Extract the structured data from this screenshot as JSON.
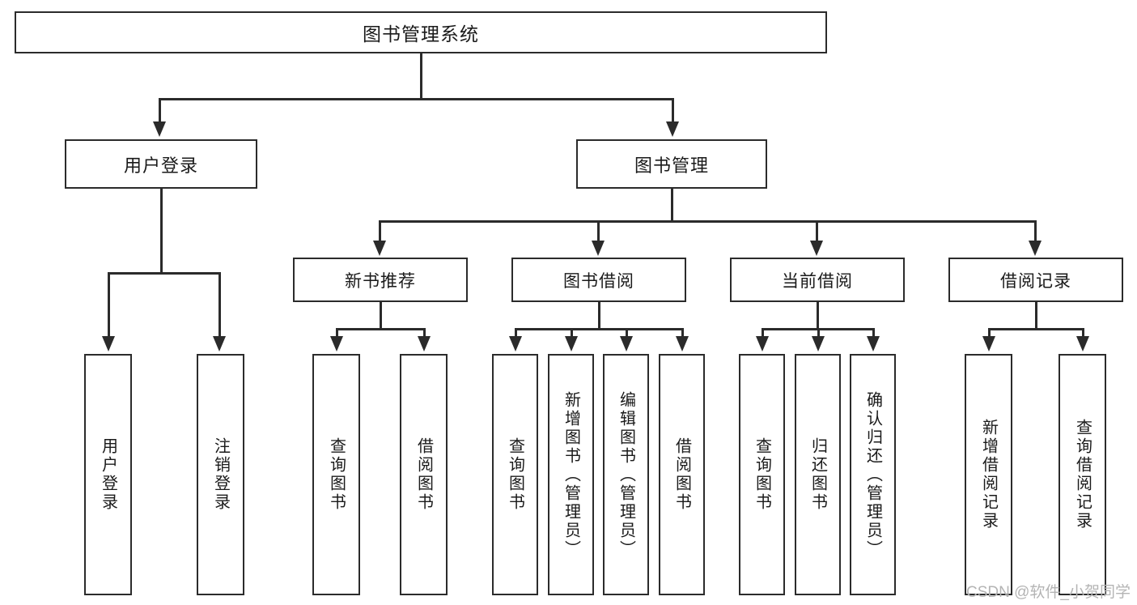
{
  "diagram": {
    "title": "图书管理系统",
    "type": "tree-hierarchy",
    "root": {
      "label": "图书管理系统"
    },
    "level1": [
      {
        "label": "用户登录"
      },
      {
        "label": "图书管理"
      }
    ],
    "level2": [
      {
        "label": "新书推荐",
        "parent": "图书管理"
      },
      {
        "label": "图书借阅",
        "parent": "图书管理"
      },
      {
        "label": "当前借阅",
        "parent": "图书管理"
      },
      {
        "label": "借阅记录",
        "parent": "图书管理"
      }
    ],
    "leaves": [
      {
        "label": "用户登录",
        "parent": "用户登录"
      },
      {
        "label": "注销登录",
        "parent": "用户登录"
      },
      {
        "label": "查询图书",
        "parent": "新书推荐"
      },
      {
        "label": "借阅图书",
        "parent": "新书推荐"
      },
      {
        "label": "查询图书",
        "parent": "图书借阅"
      },
      {
        "label": "新增图书（管理员）",
        "parent": "图书借阅"
      },
      {
        "label": "编辑图书（管理员）",
        "parent": "图书借阅"
      },
      {
        "label": "借阅图书",
        "parent": "图书借阅"
      },
      {
        "label": "查询图书",
        "parent": "当前借阅"
      },
      {
        "label": "归还图书",
        "parent": "当前借阅"
      },
      {
        "label": "确认归还（管理员）",
        "parent": "当前借阅"
      },
      {
        "label": "新增借阅记录",
        "parent": "借阅记录"
      },
      {
        "label": "查询借阅记录",
        "parent": "借阅记录"
      }
    ]
  },
  "watermark": {
    "text": "CSDN @软件_小贺同学"
  },
  "colors": {
    "stroke": "#2b2b2b",
    "background": "#ffffff",
    "text": "#1a1a1a",
    "watermark": "#b4b4b4"
  }
}
